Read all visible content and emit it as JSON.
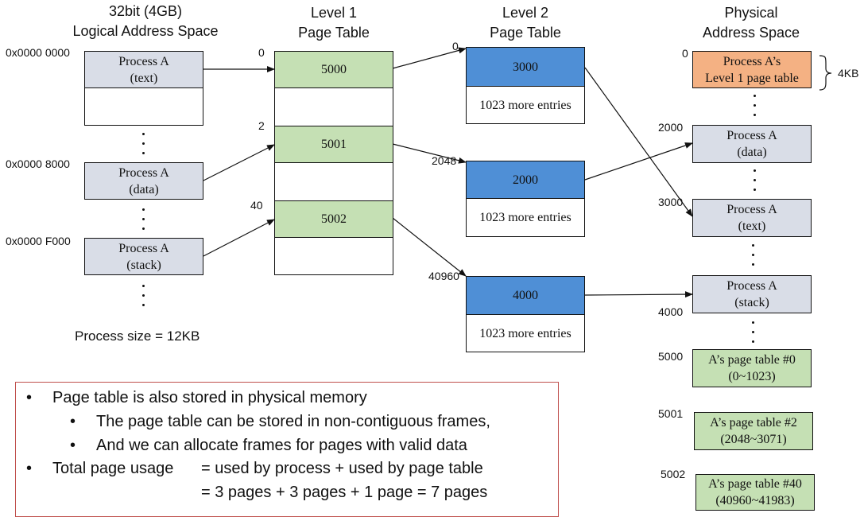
{
  "headers": {
    "logical": "32bit (4GB)\nLogical Address Space",
    "level1": "Level 1\nPage Table",
    "level2": "Level 2\nPage Table",
    "physical": "Physical\nAddress Space"
  },
  "logical_space": {
    "addresses": [
      "0x0000 0000",
      "0x0000 8000",
      "0x0000 F000"
    ],
    "blocks": [
      "Process A\n(text)",
      "Process A\n(data)",
      "Process A\n(stack)"
    ],
    "process_size": "Process size = 12KB"
  },
  "level1_table": {
    "indices": [
      "0",
      "2",
      "40"
    ],
    "entries": [
      "5000",
      "5001",
      "5002"
    ]
  },
  "level2_tables": {
    "indices": [
      "0",
      "2048",
      "40960"
    ],
    "entries": [
      "3000",
      "2000",
      "4000"
    ],
    "more_label": "1023 more entries"
  },
  "physical_space": {
    "addresses": [
      "0",
      "2000",
      "3000",
      "4000",
      "5000",
      "5001",
      "5002"
    ],
    "blocks": [
      "Process A’s\nLevel 1 page table",
      "Process A\n(data)",
      "Process A\n(text)",
      "Process A\n(stack)",
      "A’s page table #0\n(0~1023)",
      "A’s page table #2\n(2048~3071)",
      "A’s page table #40\n(40960~41983)"
    ],
    "size_label": "4KB"
  },
  "notes": {
    "bullet1": "Page table is also stored in physical memory",
    "sub1": "The page table can be stored in non-contiguous frames,",
    "sub2": "And we can allocate frames for pages with valid data",
    "bullet2_label": "Total page usage",
    "bullet2_line1": "= used by process + used by page table",
    "bullet2_line2": "= 3 pages + 3 pages + 1 page = 7 pages"
  },
  "colors": {
    "logical_block": "#d9dde7",
    "level1_entry": "#c5e0b4",
    "level2_entry": "#4f8fd6",
    "level1_frame": "#f4b183",
    "pagetable_frame": "#c5e0b4",
    "notes_border": "#c0504d"
  }
}
